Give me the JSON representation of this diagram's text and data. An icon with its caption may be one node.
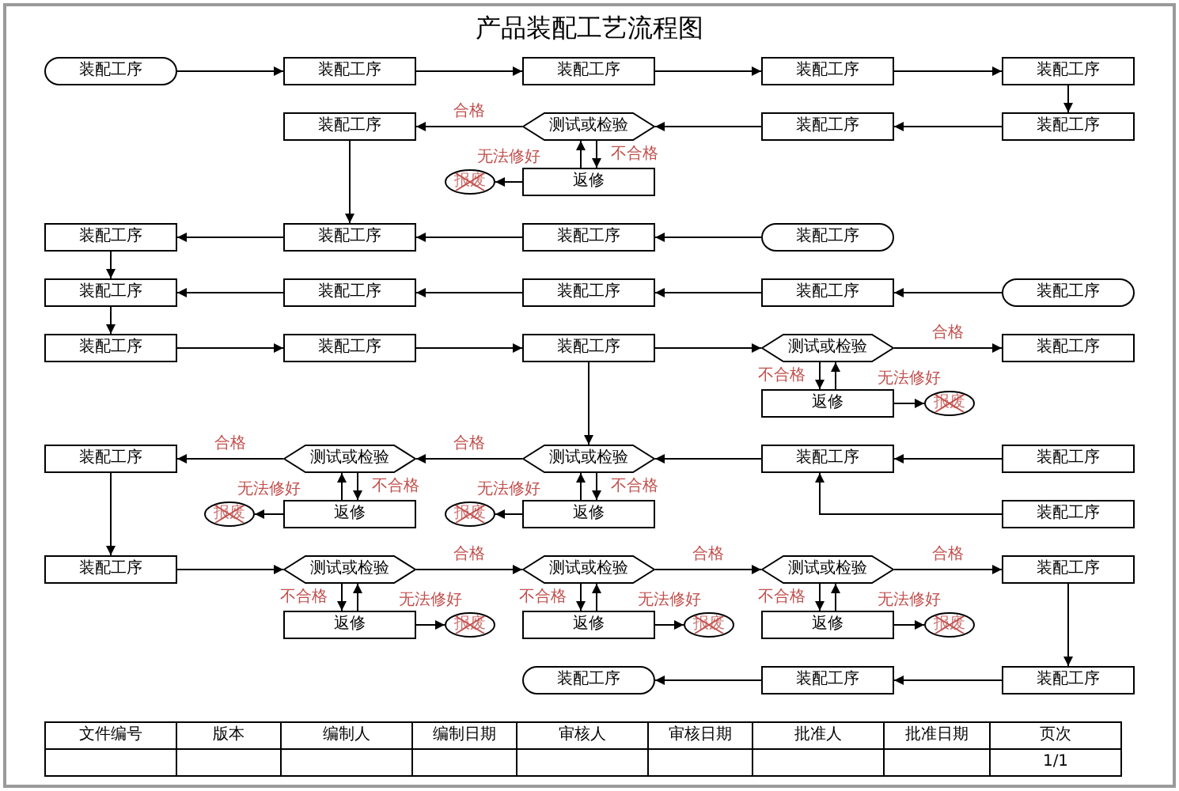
{
  "diagram": {
    "title": "产品装配工艺流程图",
    "nodes": [
      {
        "text": [
          "装配工序"
        ]
      },
      {
        "text": [
          "装配工序"
        ]
      },
      {
        "text": [
          "装配工序"
        ]
      },
      {
        "text": [
          "装配工序"
        ]
      },
      {
        "text": [
          "装配工序"
        ]
      },
      {
        "text": [
          "装配工序"
        ]
      },
      {
        "text": [
          "测试或检验"
        ]
      },
      {
        "text": [
          "装配工序"
        ]
      },
      {
        "text": [
          "装配工序"
        ]
      },
      {
        "text": [
          "报废"
        ]
      },
      {
        "text": [
          "返修"
        ]
      },
      {
        "text": [
          "装配工序"
        ]
      },
      {
        "text": [
          "装配工序"
        ]
      },
      {
        "text": [
          "装配工序"
        ]
      },
      {
        "text": [
          "装配工序"
        ]
      },
      {
        "text": [
          "装配工序"
        ]
      },
      {
        "text": [
          "装配工序"
        ]
      },
      {
        "text": [
          "装配工序"
        ]
      },
      {
        "text": [
          "装配工序"
        ]
      },
      {
        "text": [
          "装配工序"
        ]
      },
      {
        "text": [
          "装配工序"
        ]
      },
      {
        "text": [
          "装配工序"
        ]
      },
      {
        "text": [
          "装配工序"
        ]
      },
      {
        "text": [
          "测试或检验"
        ]
      },
      {
        "text": [
          "装配工序"
        ]
      },
      {
        "text": [
          "返修"
        ]
      },
      {
        "text": [
          "报废"
        ]
      },
      {
        "text": [
          "装配工序"
        ]
      },
      {
        "text": [
          "测试或检验"
        ]
      },
      {
        "text": [
          "测试或检验"
        ]
      },
      {
        "text": [
          "装配工序"
        ]
      },
      {
        "text": [
          "装配工序"
        ]
      },
      {
        "text": [
          "报废"
        ]
      },
      {
        "text": [
          "返修"
        ]
      },
      {
        "text": [
          "报废"
        ]
      },
      {
        "text": [
          "返修"
        ]
      },
      {
        "text": [
          "装配工序"
        ]
      },
      {
        "text": [
          "装配工序"
        ]
      },
      {
        "text": [
          "测试或检验"
        ]
      },
      {
        "text": [
          "测试或检验"
        ]
      },
      {
        "text": [
          "测试或检验"
        ]
      },
      {
        "text": [
          "装配工序"
        ]
      },
      {
        "text": [
          "返修"
        ]
      },
      {
        "text": [
          "报废"
        ]
      },
      {
        "text": [
          "返修"
        ]
      },
      {
        "text": [
          "报废"
        ]
      },
      {
        "text": [
          "返修"
        ]
      },
      {
        "text": [
          "报废"
        ]
      },
      {
        "text": [
          "装配工序"
        ]
      },
      {
        "text": [
          "装配工序"
        ]
      },
      {
        "text": [
          "装配工序"
        ]
      }
    ],
    "edges": [
      {
        "from": 0,
        "to": 1,
        "arrow": "to"
      },
      {
        "from": 1,
        "to": 2,
        "arrow": "to"
      },
      {
        "from": 2,
        "to": 3,
        "arrow": "to"
      },
      {
        "from": 3,
        "to": 4,
        "arrow": "to"
      },
      {
        "from": 4,
        "to": 8,
        "arrow": "to"
      },
      {
        "from": 8,
        "to": 7,
        "arrow": "to"
      },
      {
        "from": 7,
        "to": 6,
        "arrow": "to"
      },
      {
        "from": 6,
        "to": 5,
        "arrow": "to",
        "label": "合格"
      },
      {
        "from": 6,
        "to": 10,
        "arrow": "to",
        "label": "不合格"
      },
      {
        "from": 10,
        "to": 6,
        "arrow": "to"
      },
      {
        "from": 10,
        "to": 9,
        "arrow": "to",
        "label": "无法修好"
      },
      {
        "from": 5,
        "to": 12,
        "arrow": "to"
      },
      {
        "from": 14,
        "to": 13,
        "arrow": "to"
      },
      {
        "from": 13,
        "to": 12,
        "arrow": "to"
      },
      {
        "from": 12,
        "to": 11,
        "arrow": "to"
      },
      {
        "from": 11,
        "to": 15,
        "arrow": "to"
      },
      {
        "from": 19,
        "to": 18,
        "arrow": "to"
      },
      {
        "from": 18,
        "to": 17,
        "arrow": "to"
      },
      {
        "from": 17,
        "to": 16,
        "arrow": "to"
      },
      {
        "from": 16,
        "to": 15,
        "arrow": "to"
      },
      {
        "from": 15,
        "to": 20,
        "arrow": "to"
      },
      {
        "from": 20,
        "to": 21,
        "arrow": "to"
      },
      {
        "from": 21,
        "to": 22,
        "arrow": "to"
      },
      {
        "from": 22,
        "to": 23,
        "arrow": "to"
      },
      {
        "from": 23,
        "to": 24,
        "arrow": "to",
        "label": "合格"
      },
      {
        "from": 23,
        "to": 25,
        "arrow": "to",
        "label": "不合格"
      },
      {
        "from": 25,
        "to": 23,
        "arrow": "to"
      },
      {
        "from": 25,
        "to": 26,
        "arrow": "to",
        "label": "无法修好"
      },
      {
        "from": 22,
        "to": 29,
        "arrow": "to"
      },
      {
        "from": 31,
        "to": 30,
        "arrow": "to"
      },
      {
        "from": 30,
        "to": 29,
        "arrow": "to"
      },
      {
        "from": 29,
        "to": 28,
        "arrow": "to",
        "label": "合格"
      },
      {
        "from": 28,
        "to": 27,
        "arrow": "to",
        "label": "合格"
      },
      {
        "from": 29,
        "to": 35,
        "arrow": "to",
        "label": "不合格"
      },
      {
        "from": 35,
        "to": 29,
        "arrow": "to"
      },
      {
        "from": 35,
        "to": 34,
        "arrow": "to",
        "label": "无法修好"
      },
      {
        "from": 28,
        "to": 33,
        "arrow": "to",
        "label": "不合格"
      },
      {
        "from": 33,
        "to": 28,
        "arrow": "to"
      },
      {
        "from": 33,
        "to": 32,
        "arrow": "to",
        "label": "无法修好"
      },
      {
        "from": 36,
        "to": 30,
        "arrow": "to"
      },
      {
        "from": 27,
        "to": 37,
        "arrow": "to"
      },
      {
        "from": 37,
        "to": 38,
        "arrow": "to"
      },
      {
        "from": 38,
        "to": 39,
        "arrow": "to",
        "label": "合格"
      },
      {
        "from": 39,
        "to": 40,
        "arrow": "to",
        "label": "合格"
      },
      {
        "from": 40,
        "to": 41,
        "arrow": "to",
        "label": "合格"
      },
      {
        "from": 38,
        "to": 42,
        "arrow": "to",
        "label": "不合格"
      },
      {
        "from": 42,
        "to": 38,
        "arrow": "to"
      },
      {
        "from": 42,
        "to": 43,
        "arrow": "to",
        "label": "无法修好"
      },
      {
        "from": 39,
        "to": 44,
        "arrow": "to",
        "label": "不合格"
      },
      {
        "from": 44,
        "to": 39,
        "arrow": "to"
      },
      {
        "from": 44,
        "to": 45,
        "arrow": "to",
        "label": "无法修好"
      },
      {
        "from": 40,
        "to": 46,
        "arrow": "to",
        "label": "不合格"
      },
      {
        "from": 46,
        "to": 40,
        "arrow": "to"
      },
      {
        "from": 46,
        "to": 47,
        "arrow": "to",
        "label": "无法修好"
      },
      {
        "from": 41,
        "to": 50,
        "arrow": "to"
      },
      {
        "from": 50,
        "to": 49,
        "arrow": "to"
      },
      {
        "from": 49,
        "to": 48,
        "arrow": "to"
      }
    ],
    "labels": [
      "文件编号",
      "版本",
      "编制人",
      "编制日期",
      "审核人",
      "审核日期",
      "批准人",
      "批准日期",
      "页次",
      "1/1"
    ]
  }
}
